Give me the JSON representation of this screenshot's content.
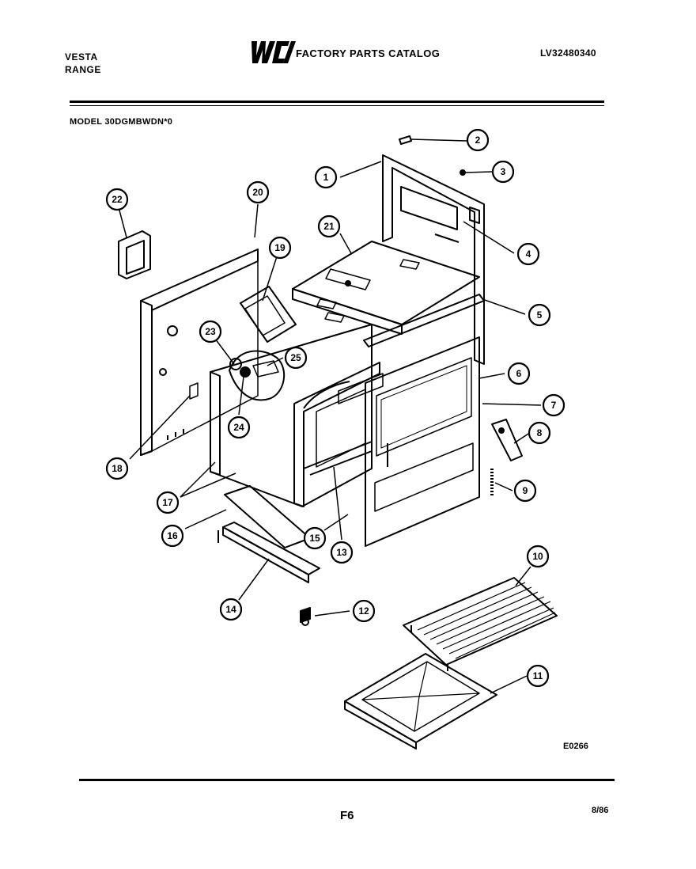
{
  "header": {
    "brand": "VESTA",
    "product": "RANGE",
    "logo_text": "WCI",
    "catalog_title": "FACTORY PARTS CATALOG",
    "catalog_number": "LV32480340",
    "model_line": "MODEL 30DGMBWDN*0"
  },
  "callouts": [
    "1",
    "2",
    "3",
    "4",
    "5",
    "6",
    "7",
    "8",
    "9",
    "10",
    "11",
    "12",
    "13",
    "14",
    "15",
    "16",
    "17",
    "18",
    "19",
    "20",
    "21",
    "22",
    "23",
    "24",
    "25"
  ],
  "footer": {
    "figure_id": "E0266",
    "page_number": "F6",
    "date": "8/86"
  }
}
